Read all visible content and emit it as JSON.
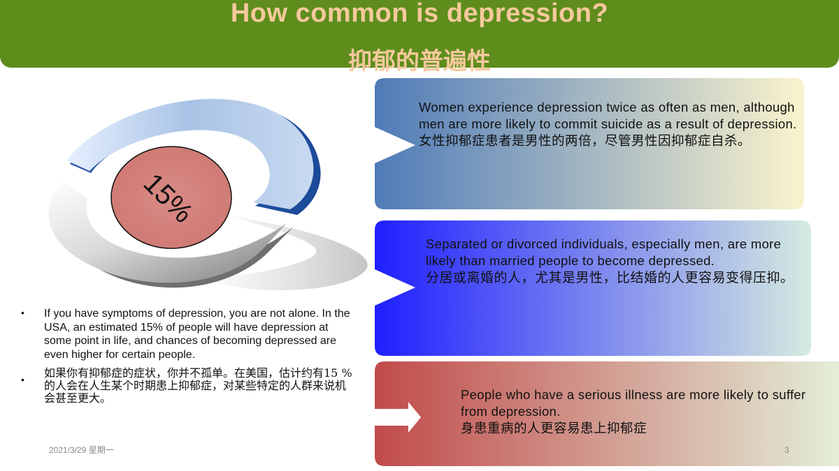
{
  "title": {
    "en": "How common is depression?",
    "cn": "抑郁的普遍性"
  },
  "graphic": {
    "percent_label": "15%",
    "percent_value": 15,
    "icons": [
      "ring-chart-icon"
    ]
  },
  "bullets": [
    {
      "text": "If you have symptoms of depression, you are not alone. In the USA, an estimated 15% of people will have depression at some point in life, and chances of becoming depressed are even higher for certain people."
    },
    {
      "text": "如果你有抑郁症的症状，你并不孤单。在美国，估计约有15 %的人会在人生某个时期患上抑郁症，对某些特定的人群来说机会甚至更大。"
    }
  ],
  "cards": [
    {
      "en": "Women experience depression twice as often as men, although men are more likely to commit suicide as a result of depression.",
      "cn": "女性抑郁症患者是男性的两倍，尽管男性因抑郁症自杀。",
      "colors": [
        "#4f7bb8",
        "#faf3cc"
      ]
    },
    {
      "en": "Separated or divorced individuals, especially men, are more likely than married people to become depressed.",
      "cn": "分居或离婚的人，尤其是男性，比结婚的人更容易变得压抑。",
      "colors": [
        "#1f1fff",
        "#d5ebe0"
      ]
    },
    {
      "en": "People who have a serious illness are more likely to suffer from depression.",
      "cn": "身患重病的人更容易患上抑郁症",
      "colors": [
        "#c14b4b",
        "#e3eed8"
      ]
    }
  ],
  "footer": {
    "date": "2021/3/29 星期一",
    "page": "3"
  }
}
